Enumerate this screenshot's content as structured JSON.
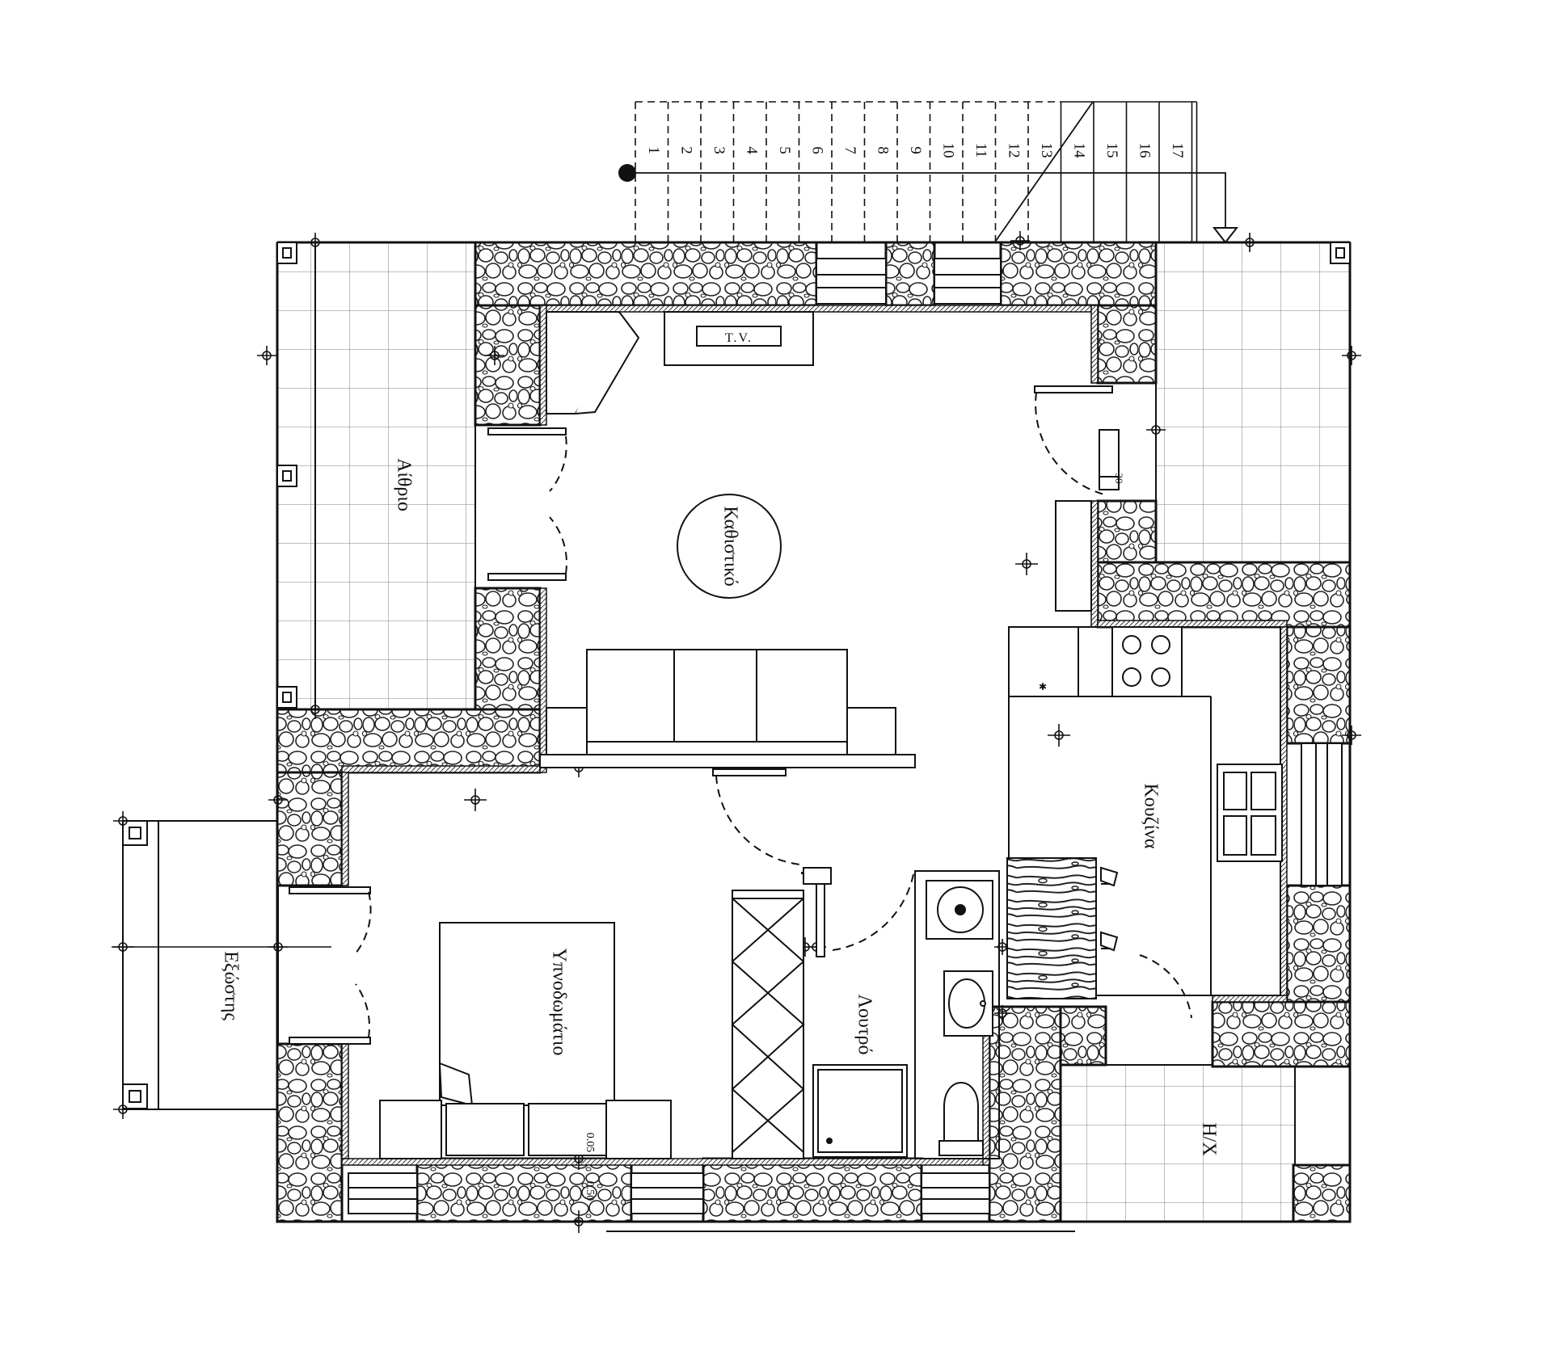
{
  "rooms": {
    "living": "Καθιστικό",
    "atrium": "Αίθριο",
    "kitchen": "Κουζίνα",
    "bedroom": "Υπνοδωμάτιο",
    "bathroom": "Λουτρό",
    "balcony": "Εξώστης",
    "hx": "Η/Χ"
  },
  "tv_label": "T.V.",
  "stairs": {
    "steps": [
      "1",
      "2",
      "3",
      "4",
      "5",
      "6",
      "7",
      "8",
      "9",
      "10",
      "11",
      "12",
      "13",
      "14",
      "15",
      "16",
      "17"
    ]
  },
  "dimensions": {
    "d30": "30",
    "d005": "0.05",
    "d050": "0.50"
  },
  "colors": {
    "line": "#111111",
    "stone_fill": "#ffffff"
  }
}
